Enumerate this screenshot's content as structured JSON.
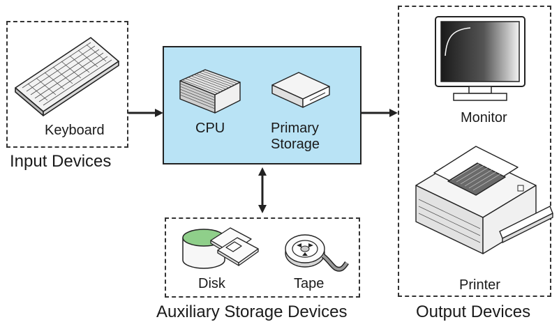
{
  "input": {
    "group_label": "Input Devices",
    "keyboard_label": "Keyboard"
  },
  "cpu_box": {
    "cpu_label": "CPU",
    "storage_line1": "Primary",
    "storage_line2": "Storage"
  },
  "aux": {
    "group_label": "Auxiliary Storage Devices",
    "disk_label": "Disk",
    "tape_label": "Tape"
  },
  "output": {
    "group_label": "Output Devices",
    "monitor_label": "Monitor",
    "printer_label": "Printer"
  },
  "colors": {
    "cpu_fill": "#b9e3f5",
    "disk_top": "#8fcf8a",
    "line": "#222222"
  },
  "icons": [
    "keyboard-icon",
    "cpu-icon",
    "primary-storage-icon",
    "disk-icon",
    "floppy-icon",
    "tape-icon",
    "monitor-icon",
    "printer-icon"
  ]
}
